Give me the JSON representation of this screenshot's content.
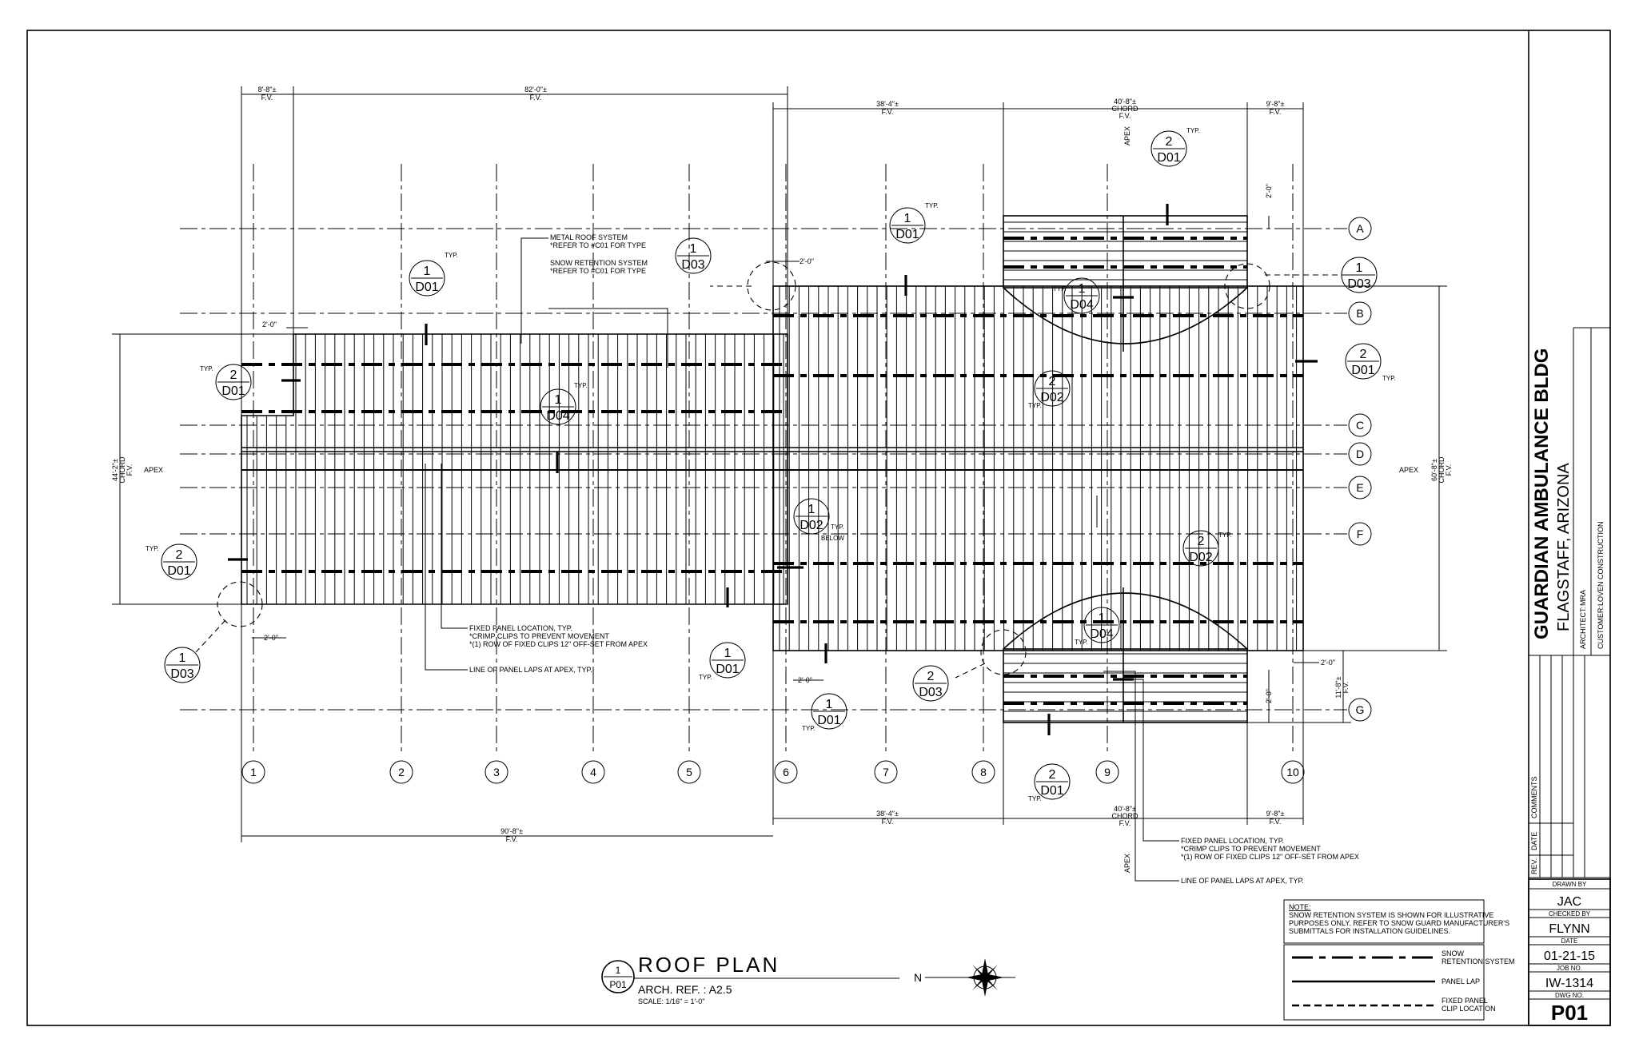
{
  "drawing": {
    "title": "ROOF PLAN",
    "detail_num": "1",
    "detail_sheet": "P01",
    "arch_ref": "ARCH. REF. :  A2.5",
    "scale": "SCALE: 1/16\" = 1'-0\"",
    "north": "N"
  },
  "title_block": {
    "project": "GUARDIAN AMBULANCE BLDG",
    "location": "FLAGSTAFF, ARIZONA",
    "architect_label": "ARCHITECT:",
    "architect": "MRA",
    "customer_label": "CUSTOMER:",
    "customer": "LOVEN CONSTRUCTION",
    "rev_label": "REV.",
    "date_label": "DATE",
    "comments_label": "COMMENTS",
    "drawn_by_label": "DRAWN BY",
    "drawn_by": "JAC",
    "checked_by_label": "CHECKED BY",
    "checked_by": "FLYNN",
    "date_field_label": "DATE",
    "date": "01-21-15",
    "job_no_label": "JOB NO.",
    "job_no": "IW-1314",
    "dwg_no_label": "DWG NO.",
    "dwg_no": "P01"
  },
  "note": {
    "heading": "NOTE:",
    "lines": [
      "SNOW RETENTION SYSTEM IS SHOWN FOR ILLUSTRATIVE",
      "PURPOSES ONLY. REFER TO SNOW GUARD MANUFACTURER'S",
      "SUBMITTALS FOR INSTALLATION GUIDELINES."
    ]
  },
  "legend": [
    {
      "line1": "SNOW",
      "line2": "RETENTION SYSTEM",
      "style": "snow"
    },
    {
      "line1": "PANEL LAP",
      "line2": "",
      "style": "solid"
    },
    {
      "line1": "FIXED PANEL",
      "line2": "CLIP LOCATION",
      "style": "dashed"
    }
  ],
  "grid_columns": [
    "1",
    "2",
    "3",
    "4",
    "5",
    "6",
    "7",
    "8",
    "9",
    "10"
  ],
  "grid_rows": [
    "A",
    "B",
    "C",
    "D",
    "E",
    "F",
    "G"
  ],
  "dimensions": {
    "top_left": [
      "8'-8\"±",
      "F.V."
    ],
    "top_82": [
      "82'-0\"±",
      "F.V."
    ],
    "top_38": [
      "38'-4\"±",
      "F.V."
    ],
    "top_40": [
      "40'-8\"±",
      "CHORD",
      "F.V."
    ],
    "top_9": [
      "9'-8\"±",
      "F.V."
    ],
    "bot_90": [
      "90'-8\"±",
      "F.V."
    ],
    "bot_38": [
      "38'-4\"±",
      "F.V."
    ],
    "bot_40": [
      "40'-8\"±",
      "CHORD",
      "F.V."
    ],
    "bot_9": [
      "9'-8\"±",
      "F.V."
    ],
    "left_44": [
      "44'-2\"±",
      "CHORD",
      "F.V."
    ],
    "right_60": [
      "60'-8\"±",
      "CHORD",
      "F.V."
    ],
    "right_11": [
      "11'-8\"±",
      "F.V."
    ],
    "two_ft": "2'-0\"",
    "apex": "APEX"
  },
  "callouts": {
    "metal_roof": [
      "METAL ROOF SYSTEM",
      "*REFER TO #C01 FOR TYPE"
    ],
    "snow_retention": [
      "SNOW RETENTION SYSTEM",
      "*REFER TO #C01 FOR TYPE"
    ],
    "fixed_panel": [
      "FIXED PANEL LOCATION, TYP.",
      "*CRIMP CLIPS TO PREVENT MOVEMENT",
      "*(1) ROW OF FIXED CLIPS 12\" OFF-SET FROM APEX"
    ],
    "panel_laps": "LINE OF PANEL LAPS AT APEX, TYP.",
    "typ": "TYP.",
    "below": "BELOW"
  },
  "details": [
    {
      "n": "1",
      "s": "D01"
    },
    {
      "n": "2",
      "s": "D01"
    },
    {
      "n": "1",
      "s": "D03"
    },
    {
      "n": "1",
      "s": "D04"
    },
    {
      "n": "1",
      "s": "D02"
    },
    {
      "n": "2",
      "s": "D02"
    },
    {
      "n": "2",
      "s": "D03"
    }
  ]
}
